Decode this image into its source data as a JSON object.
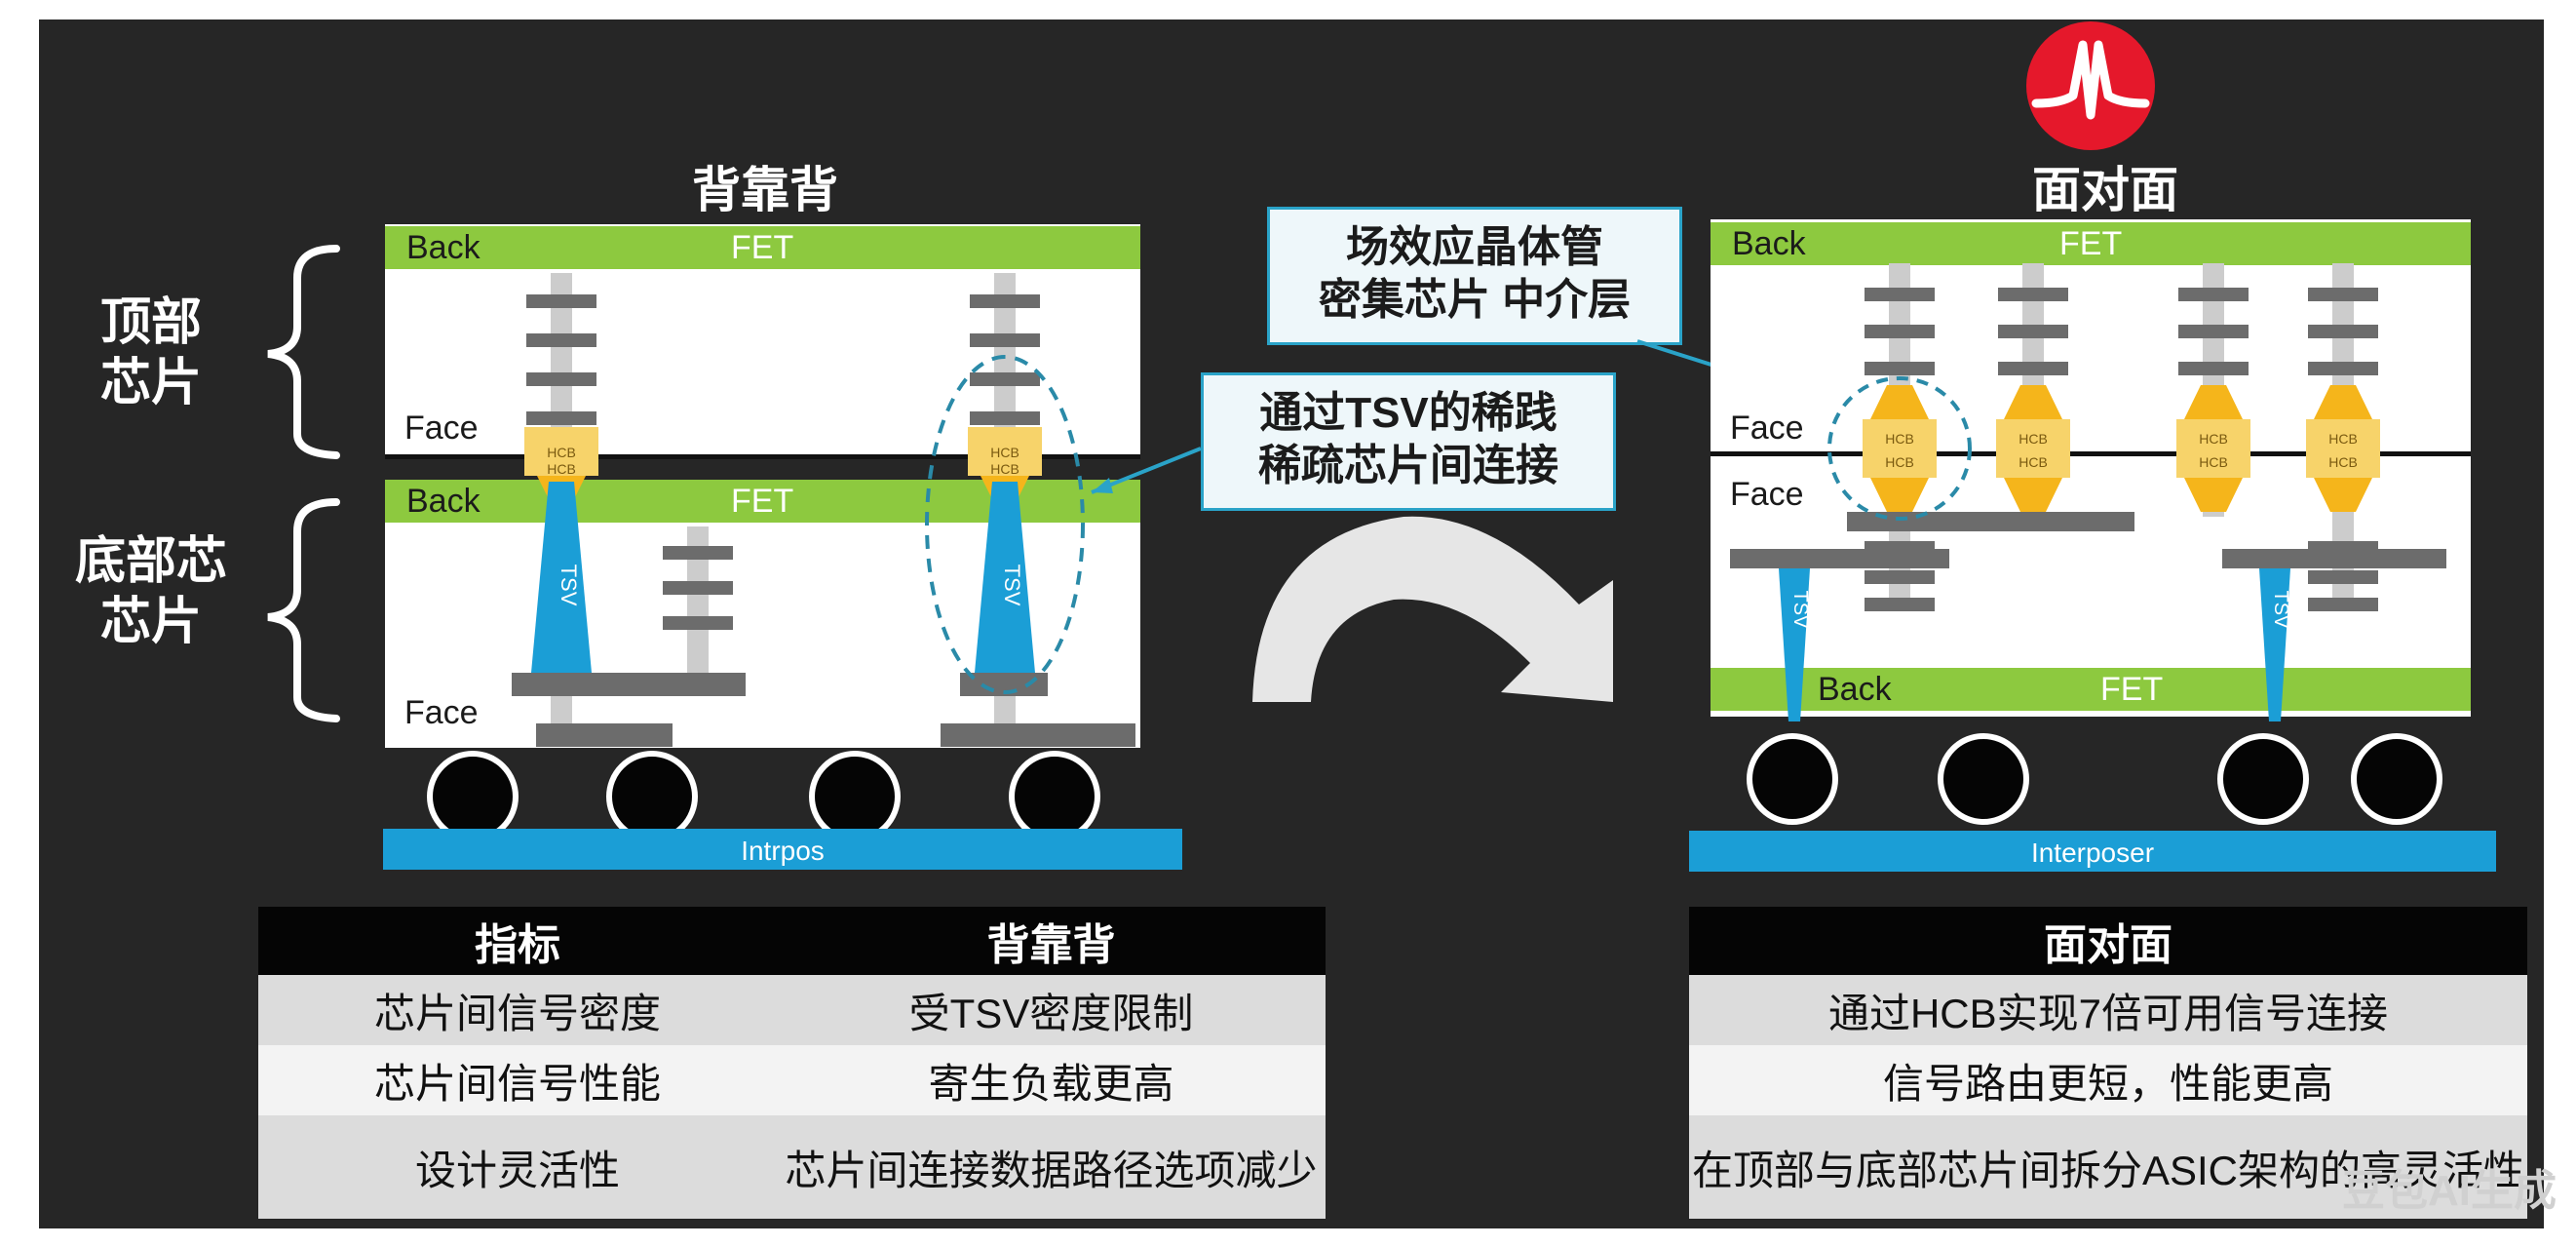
{
  "left": {
    "title": "背靠背",
    "top_back": "Back",
    "top_fet": "FET",
    "top_face": "Face",
    "bot_back": "Back",
    "bot_fet": "FET",
    "bot_face": "Face",
    "tsv": "TSV",
    "hcb": "HCB",
    "interposer": "Intrpos"
  },
  "right": {
    "title": "面对面",
    "top_back": "Back",
    "top_fet": "FET",
    "face1": "Face",
    "face2": "Face",
    "bot_back": "Back",
    "bot_fet": "FET",
    "tsv": "TSV",
    "hcb": "HCB",
    "interposer": "Interposer"
  },
  "side_labels": {
    "top_chip": "顶部\n芯片",
    "bottom_chip": "底部芯\n芯片"
  },
  "callouts": {
    "fet_dense": "场效应晶体管\n密集芯片 中介层",
    "tsv_sparse": "通过TSV的稀践\n稀疏芯片间连接"
  },
  "table_left": {
    "headers": [
      "指标",
      "背靠背"
    ],
    "rows": [
      [
        "芯片间信号密度",
        "受TSV密度限制"
      ],
      [
        "芯片间信号性能",
        "寄生负载更高"
      ],
      [
        "设计灵活性",
        "芯片间连接数据路径选项减少"
      ]
    ]
  },
  "table_right": {
    "header": "面对面",
    "rows": [
      "通过HCB实现7倍可用信号连接",
      "信号路由更短，性能更高",
      "在顶部与底部芯片间拆分ASIC架构的高灵活性"
    ]
  },
  "watermark": "豆包AI生成",
  "colors": {
    "background": "#262626",
    "fet_green": "#8dc93f",
    "tsv_blue": "#1b9ed6",
    "hcb_yellow": "#f5b51b",
    "logo_red": "#e5182b"
  }
}
